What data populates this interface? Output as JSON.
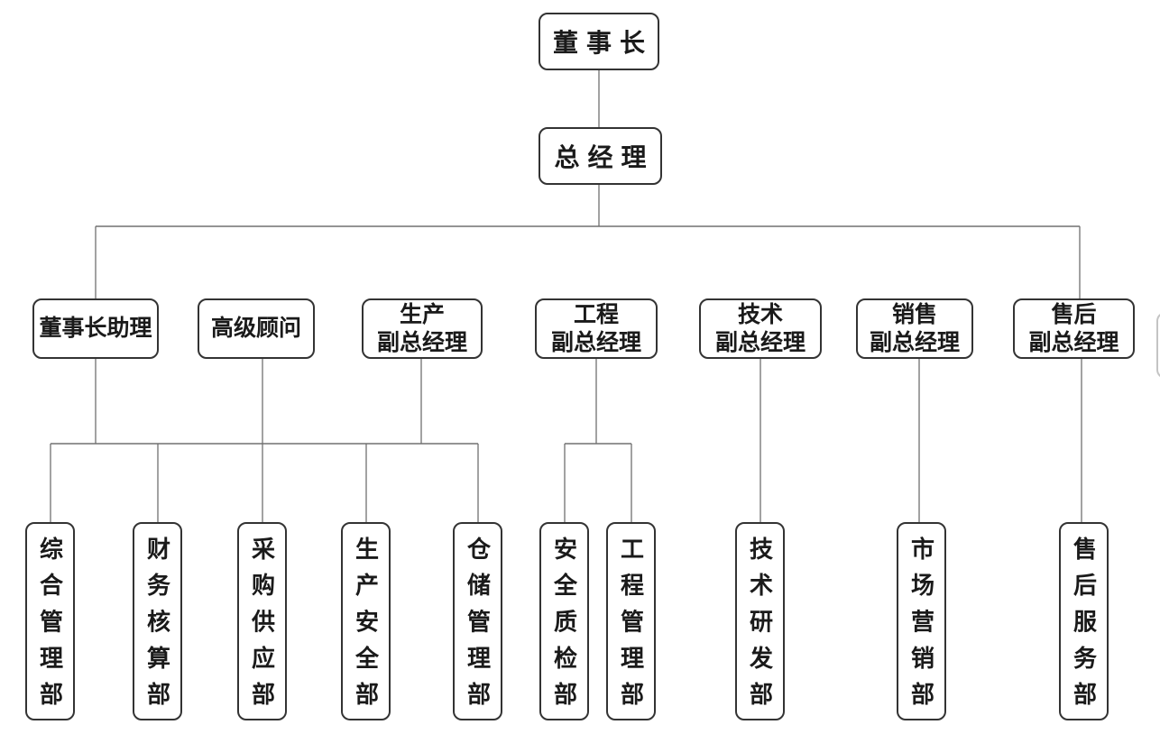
{
  "org_chart": {
    "root": {
      "label": "董事长"
    },
    "general_manager": {
      "label": "总经理"
    },
    "level3": [
      {
        "lines": [
          "董事长助理"
        ]
      },
      {
        "lines": [
          "高级顾问"
        ]
      },
      {
        "lines": [
          "生产",
          "副总经理"
        ]
      },
      {
        "lines": [
          "工程",
          "副总经理"
        ]
      },
      {
        "lines": [
          "技术",
          "副总经理"
        ]
      },
      {
        "lines": [
          "销售",
          "副总经理"
        ]
      },
      {
        "lines": [
          "售后",
          "副总经理"
        ]
      }
    ],
    "departments": [
      {
        "label": "综合管理部"
      },
      {
        "label": "财务核算部"
      },
      {
        "label": "采购供应部"
      },
      {
        "label": "生产安全部"
      },
      {
        "label": "仓储管理部"
      },
      {
        "label": "安全质检部"
      },
      {
        "label": "工程管理部"
      },
      {
        "label": "技术研发部"
      },
      {
        "label": "市场营销部"
      },
      {
        "label": "售后服务部"
      }
    ],
    "colors": {
      "box_border": "#333333",
      "text": "#1a1a1a",
      "connector": "#707070",
      "partial_box_border": "#c4c4c4",
      "background": "#ffffff"
    }
  }
}
